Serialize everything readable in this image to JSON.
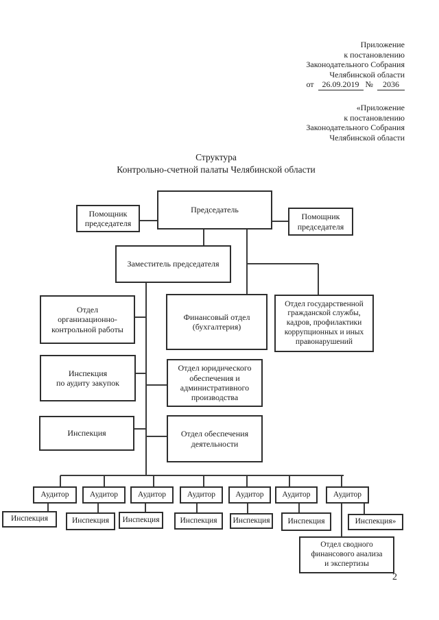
{
  "page": {
    "number": "2"
  },
  "header": {
    "appendix_block": {
      "line1": "Приложение",
      "line2": "к постановлению",
      "line3": "Законодательного Собрания",
      "line4": "Челябинской области",
      "date_prefix": "от",
      "date": "26.09.2019",
      "number_sign": "№",
      "number": "2036"
    },
    "quoted_appendix_block": {
      "line1": "«Приложение",
      "line2": "к постановлению",
      "line3": "Законодательного Собрания",
      "line4": "Челябинской области"
    }
  },
  "title": {
    "line1": "Структура",
    "line2": "Контрольно-счетной палаты Челябинской области"
  },
  "org_chart": {
    "chairman": "Председатель",
    "assistant_left": "Помощник\nпредседателя",
    "assistant_right": "Помощник\nпредседателя",
    "deputy": "Заместитель председателя",
    "org_control_dept": "Отдел\nорганизационно-\nконтрольной работы",
    "finance_dept": "Финансовый отдел\n(бухгалтерия)",
    "civil_service_dept": "Отдел государственной\nгражданской службы,\nкадров, профилактики\nкоррупционных и иных\nправонарушений",
    "procurement_inspection": "Инспекция\nпо аудиту закупок",
    "legal_dept": "Отдел юридического\nобеспечения и\nадминистративного\nпроизводства",
    "inspection": "Инспекция",
    "support_dept": "Отдел обеспечения\nдеятельности",
    "auditors": [
      "Аудитор",
      "Аудитор",
      "Аудитор",
      "Аудитор",
      "Аудитор",
      "Аудитор",
      "Аудитор"
    ],
    "inspections": [
      "Инспекция",
      "Инспекция",
      "Инспекция",
      "Инспекция",
      "Инспекция",
      "Инспекция",
      "Инспекция»"
    ],
    "consolidated_dept": "Отдел сводного\nфинансового анализа\nи экспертизы"
  },
  "colors": {
    "ink": "#1c1c1c",
    "line": "#3a3a3a",
    "background": "#ffffff"
  }
}
